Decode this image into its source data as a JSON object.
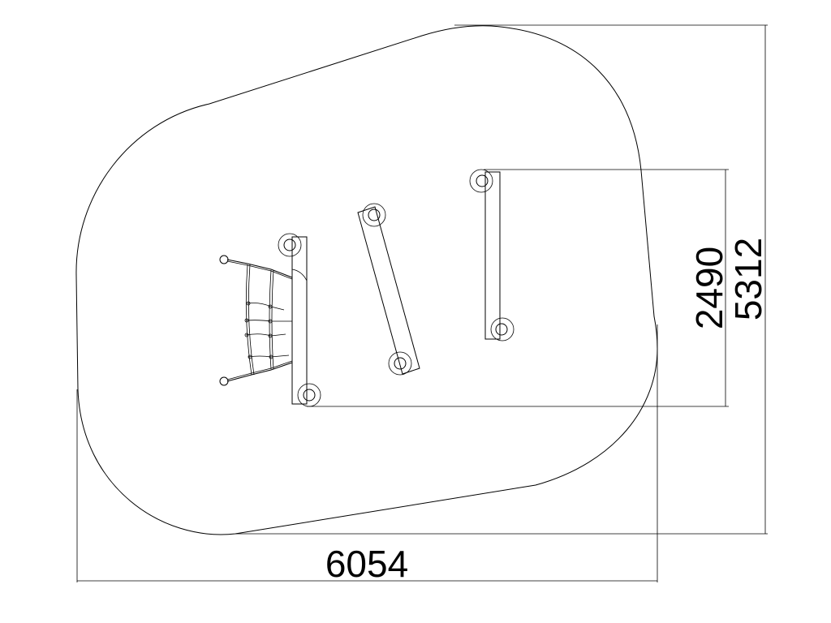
{
  "dimensions": {
    "width": "6054",
    "height_total": "5312",
    "height_equipment": "2490"
  },
  "colors": {
    "stroke": "#000000",
    "background": "#ffffff"
  }
}
